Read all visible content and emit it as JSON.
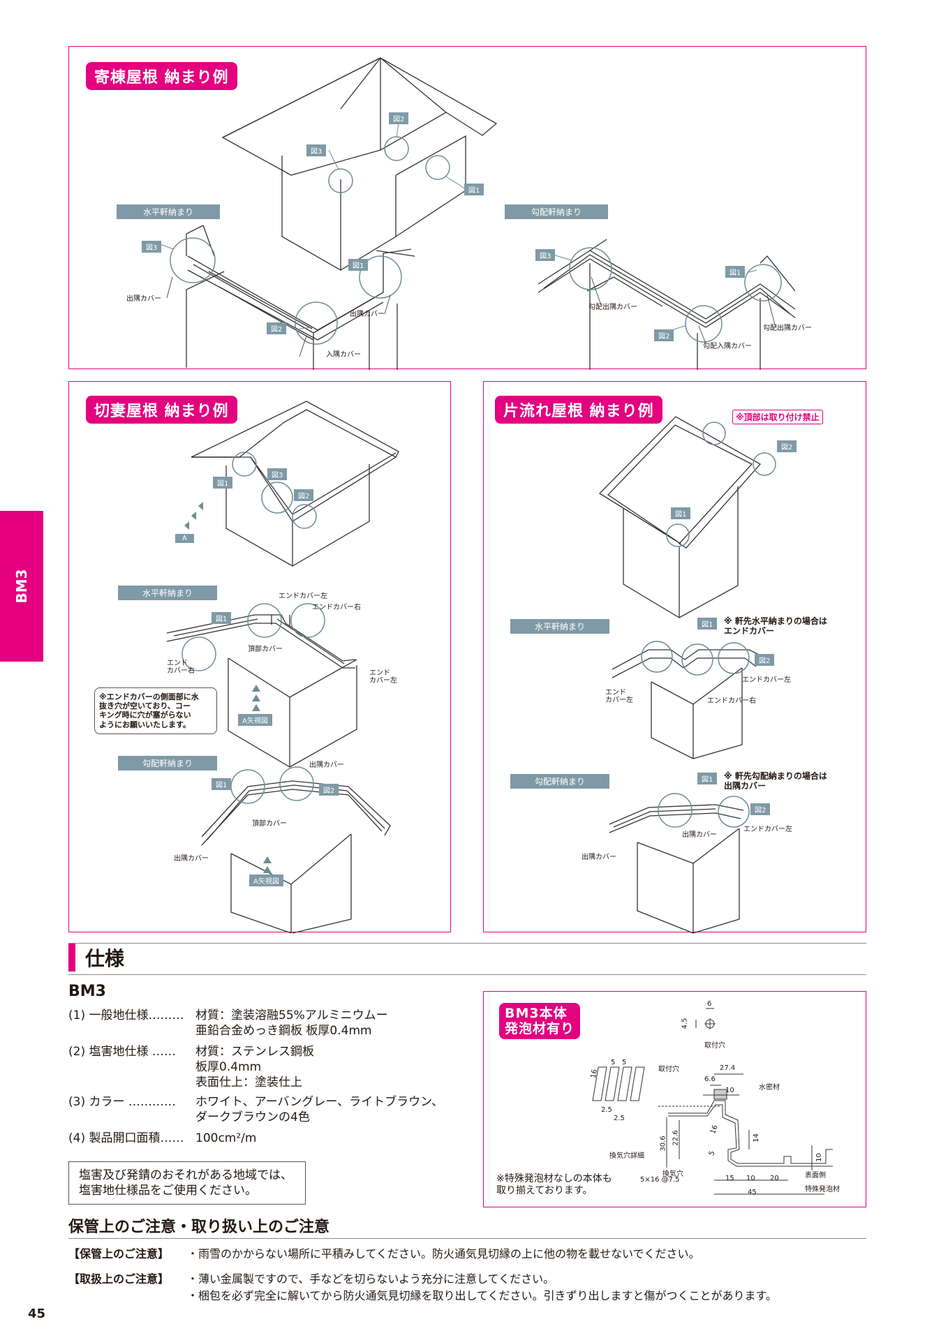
{
  "colors": {
    "accent": "#e4007f",
    "tag": "#7f9aa6",
    "callout": "#6e8c96"
  },
  "side_tab": "BM3",
  "page_number": "45",
  "hip": {
    "title": "寄棟屋根 納まり例",
    "fig": {
      "f1": "図1",
      "f2": "図2",
      "f3": "図3"
    },
    "horizontal": "水平軒納まり",
    "sloped": "勾配軒納まり",
    "h_labels": {
      "outer_left": "出隅カバー",
      "outer_right": "出隅カバー",
      "inner": "入隅カバー"
    },
    "s_labels": {
      "outer_left": "勾配出隅カバー",
      "outer_right": "勾配出隅カバー",
      "inner": "勾配入隅カバー"
    }
  },
  "gable": {
    "title": "切妻屋根 納まり例",
    "fig": {
      "f1": "図1",
      "f2": "図2",
      "f3": "図3"
    },
    "a_tag": "A",
    "horizontal": "水平軒納まり",
    "sloped": "勾配軒納まり",
    "h_labels": {
      "end_left_top": "エンドカバー左",
      "end_right_top": "エンドカバー右",
      "top": "頂部カバー",
      "end_right_side": "エンド\nカバー右",
      "end_left_side": "エンド\nカバー左",
      "arrow": "A矢視図"
    },
    "note": "※エンドカバーの側面部に水\n抜き穴が空いており、コー\nキング時に穴が塞がらない\nようにお願いいたします。",
    "s_labels": {
      "outer_top": "出隅カバー",
      "top": "頂部カバー",
      "outer_left": "出隅カバー",
      "arrow": "A矢視図"
    }
  },
  "shed": {
    "title": "片流れ屋根 納まり例",
    "prohibit": "※頂部は取り付け禁止",
    "fig": {
      "f1": "図1",
      "f2": "図2"
    },
    "horizontal": "水平軒納まり",
    "sloped": "勾配軒納まり",
    "h_note": "※ 軒先水平納まりの場合は\nエンドカバー",
    "s_note": "※ 軒先勾配納まりの場合は\n出隅カバー",
    "h_labels": {
      "end_left": "エンド\nカバー左",
      "end_right": "エンドカバー右",
      "end_left2": "エンドカバー左"
    },
    "s_labels": {
      "outer": "出隅カバー",
      "outer_left": "出隅カバー",
      "end_left": "エンドカバー左"
    }
  },
  "spec": {
    "section": "仕様",
    "model": "BM3",
    "rows": [
      {
        "k": "(1) 一般地仕様………",
        "v": "材質：塗装溶融55%アルミニウムー\n亜鉛合金めっき鋼板 板厚0.4mm"
      },
      {
        "k": "(2) 塩害地仕様 ……",
        "v": "材質：ステンレス鋼板\n板厚0.4mm\n表面仕上：塗装仕上"
      },
      {
        "k": "(3) カラー …………",
        "v": "ホワイト、アーバングレー、ライトブラウン、\nダークブラウンの4色"
      },
      {
        "k": "(4) 製品開口面積……",
        "v": "100cm²/m"
      }
    ],
    "warning": "塩害及び発錆のおそれがある地域では、\n塩害地仕様品をご使用ください。"
  },
  "detail": {
    "title": "BM3本体\n発泡材有り",
    "note": "※特殊発泡材なしの本体も\n取り揃えております。",
    "labels": {
      "hole": "取付穴",
      "hole2": "取付穴",
      "water": "水密材",
      "vent_detail": "換気穴詳細",
      "vent": "換気穴",
      "vent_spec": "5×16 @7.5",
      "surface": "表面側",
      "foam": "特殊発泡材",
      "d6": "6",
      "d45": "4.5",
      "d27": "27.4",
      "d66": "6.6",
      "d10": "10",
      "d16": "16",
      "d14": "14",
      "d306": "30.6",
      "d226": "22.6",
      "d5a": "5",
      "d5b": "5",
      "d16b": "16",
      "d25a": "2.5",
      "d25b": "2.5",
      "d10b": "10",
      "d5c": "5",
      "d15": "15",
      "d10c": "10",
      "d20": "20",
      "d45b": "45"
    }
  },
  "care": {
    "section": "保管上のご注意・取り扱い上のご注意",
    "storage_k": "【保管上のご注意】",
    "storage_v": "・雨雪のかからない場所に平積みしてください。防火通気見切縁の上に他の物を載せないでください。",
    "handling_k": "【取扱上のご注意】",
    "handling_v1": "・薄い金属製ですので、手などを切らないよう充分に注意してください。",
    "handling_v2": "・梱包を必ず完全に解いてから防火通気見切縁を取り出してください。引きずり出しますと傷がつくことがあります。"
  }
}
